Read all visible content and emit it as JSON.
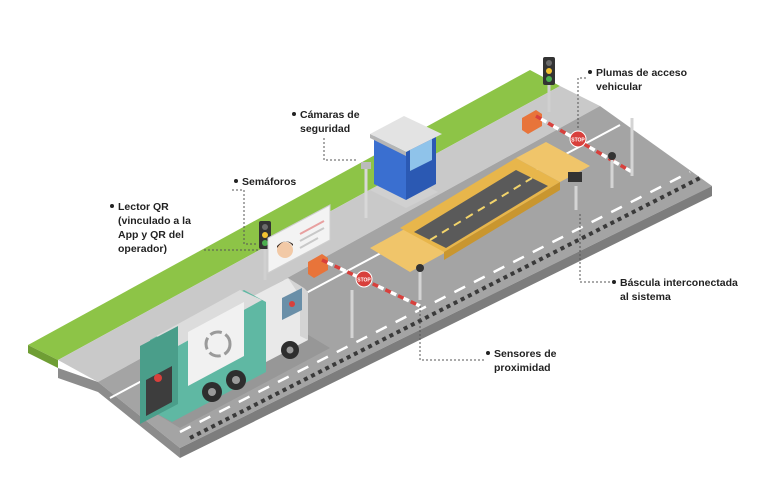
{
  "labels": {
    "plumas": {
      "lines": [
        "Plumas de acceso",
        "vehicular"
      ]
    },
    "camaras": {
      "lines": [
        "Cámaras de",
        "seguridad"
      ]
    },
    "semaforos": {
      "lines": [
        "Semáforos"
      ]
    },
    "lector": {
      "lines": [
        "Lector QR",
        "(vinculado a la",
        "App y QR del",
        "operador)"
      ]
    },
    "bascula": {
      "lines": [
        "Báscula interconectada",
        "al sistema"
      ]
    },
    "sensores": {
      "lines": [
        "Sensores de",
        "proximidad"
      ]
    }
  },
  "scene": {
    "barrier_sign_text": "STOP",
    "truck_icon": "recycle-icon",
    "card_icon": "person-avatar-icon"
  },
  "colors": {
    "grass": "#8dc447",
    "road": "#9b9b9b",
    "sidewalk": "#b8b8b8",
    "scale": "#e8b64b",
    "booth": "#3a6fd0",
    "truck_body": "#5fb8a3",
    "barrier_red": "#d8403c",
    "traffic_yellow": "#f2c230"
  }
}
